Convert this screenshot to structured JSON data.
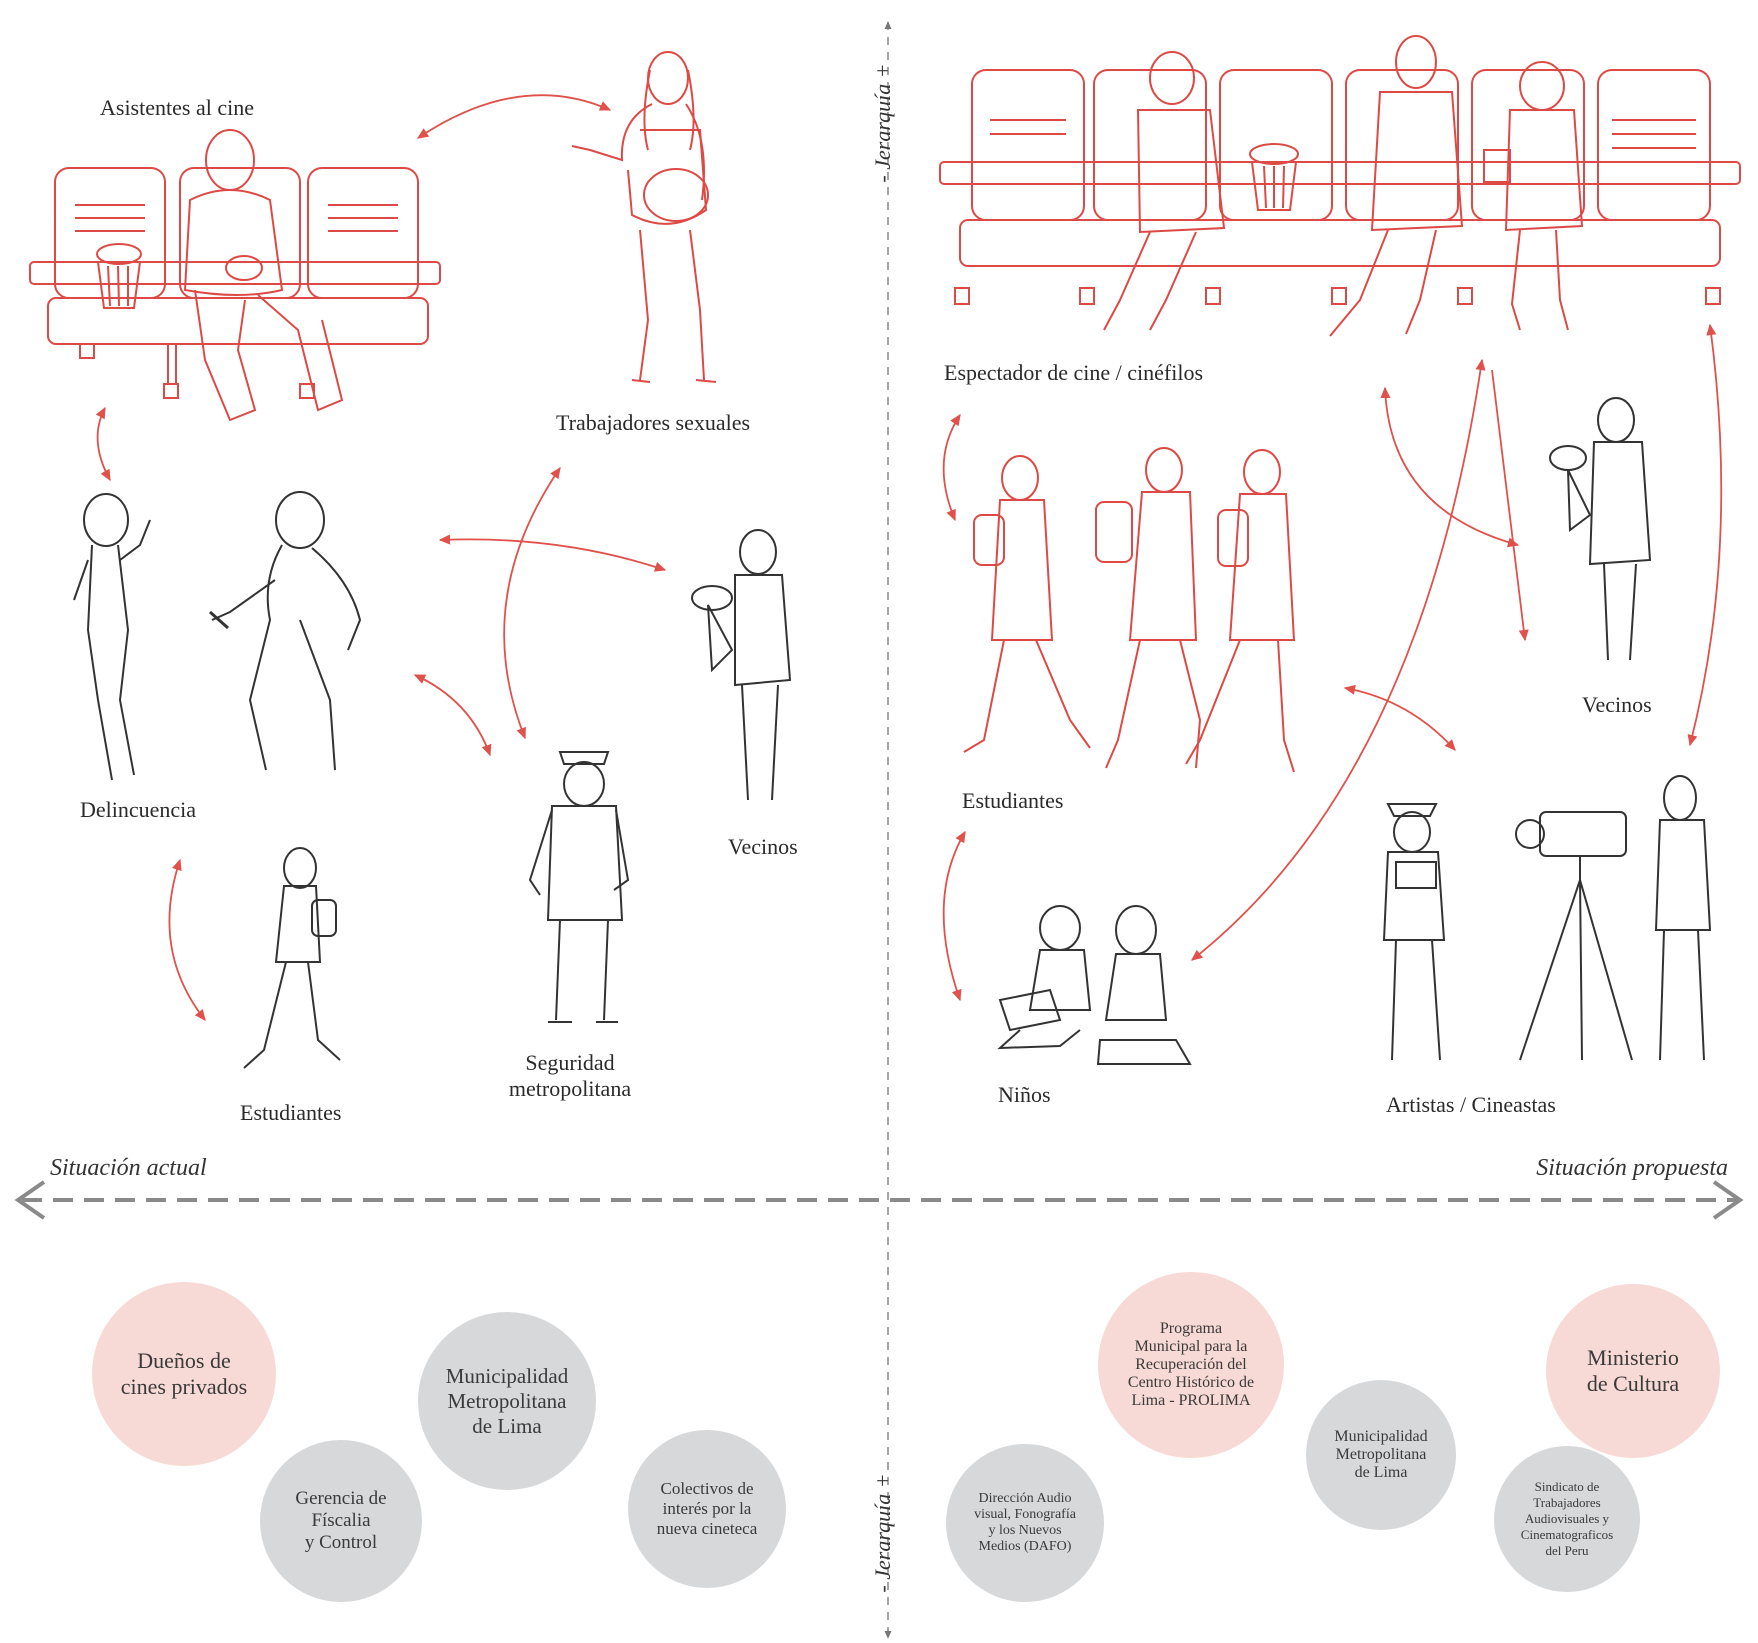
{
  "colors": {
    "accent": "#e0514b",
    "figure_red": "#dd4a45",
    "figure_gray": "#333333",
    "circle_pink": "#f7d9d5",
    "circle_gray": "#d7d8da",
    "axis": "#888888"
  },
  "axes": {
    "hierarchy_label": "- Jerarquía +",
    "current": "Situación actual",
    "proposed": "Situación propuesta"
  },
  "left": {
    "labels": {
      "asistentes": "Asistentes al cine",
      "trabajadores": "Trabajadores sexuales",
      "delincuencia": "Delincuencia",
      "vecinos": "Vecinos",
      "estudiantes": "Estudiantes",
      "seguridad": "Seguridad\nmetropolitana"
    },
    "circles": {
      "duenos": "Dueños de\ncines privados",
      "municipalidad": "Municipalidad\nMetropolitana\nde Lima",
      "gerencia": "Gerencia de\nFíscalia\ny Control",
      "colectivos": "Colectivos de\ninterés por la\nnueva cineteca"
    }
  },
  "right": {
    "labels": {
      "espectador": "Espectador de cine / cinéfilos",
      "estudiantes": "Estudiantes",
      "vecinos": "Vecinos",
      "ninos": "Niños",
      "artistas": "Artistas / Cineastas"
    },
    "circles": {
      "prolima": "Programa\nMunicipal para la\nRecuperación del\nCentro Histórico de\nLima - PROLIMA",
      "ministerio": "Ministerio\nde Cultura",
      "municipalidad": "Municipalidad\nMetropolitana\nde Lima",
      "dafo": "Dirección Audio\nvisual, Fonografía\ny los Nuevos\nMedios (DAFO)",
      "sindicato": "Sindicato de\nTrabajadores\nAudiovisuales y\nCinematograficos\ndel Peru"
    }
  }
}
